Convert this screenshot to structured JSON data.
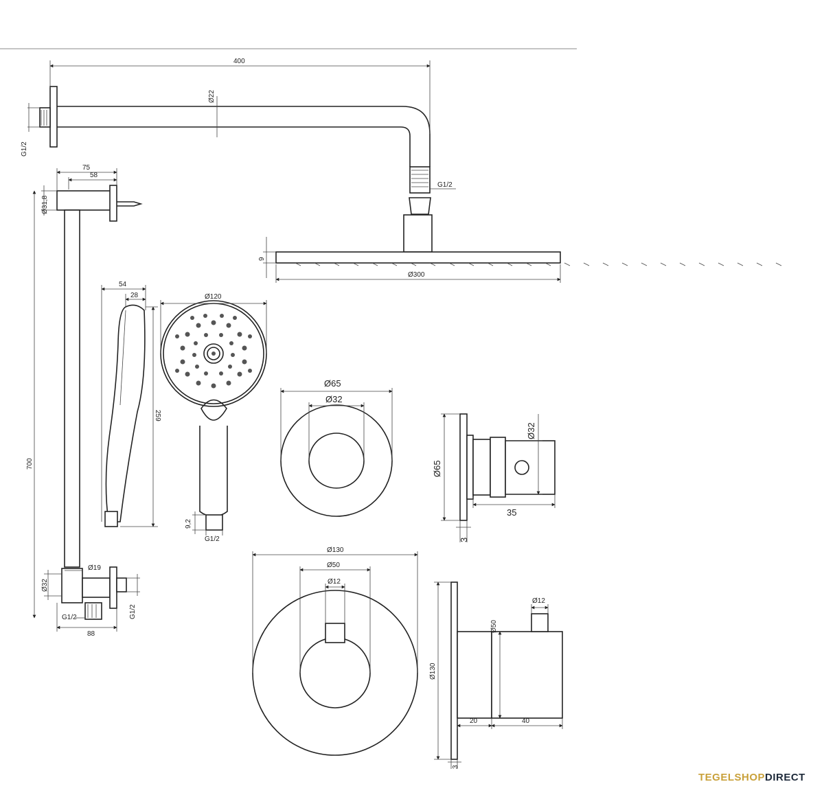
{
  "brand": {
    "part1": "TEGELSHOP",
    "part2": "DIRECT",
    "color1": "#c9a13b",
    "color2": "#1e2a3a"
  },
  "dims": {
    "arm_length": "400",
    "arm_diameter": "Ø22",
    "wall_thread": "G1/2",
    "arm_thread": "G1/2",
    "head_height": "9",
    "head_diameter": "Ø300",
    "bracket_75": "75",
    "bracket_58": "58",
    "bar_top_diameter": "Ø31,8",
    "rail_length": "700",
    "rail_diameter": "Ø19",
    "bottom_diameter": "Ø32",
    "bottom_thread_left": "G1/2",
    "bottom_thread_right": "G1/2",
    "bottom_width": "88",
    "hand_54": "54",
    "hand_28": "28",
    "hand_length": "259",
    "hand_diameter": "Ø120",
    "hand_9_2": "9,2",
    "hand_thread": "G1/2",
    "stop_rosette_outer": "Ø65",
    "stop_rosette_inner": "Ø32",
    "stop_side_height": "Ø65",
    "stop_side_diameter": "Ø32",
    "stop_side_depth": "35",
    "stop_side_plate": "3",
    "thermo_outer": "Ø130",
    "thermo_mid": "Ø50",
    "thermo_knob": "Ø12",
    "thermo_side_knob": "Ø12",
    "thermo_side_body": "Ø50",
    "thermo_side_height": "Ø130",
    "thermo_side_20": "20",
    "thermo_side_40": "40",
    "thermo_side_plate": "3"
  }
}
